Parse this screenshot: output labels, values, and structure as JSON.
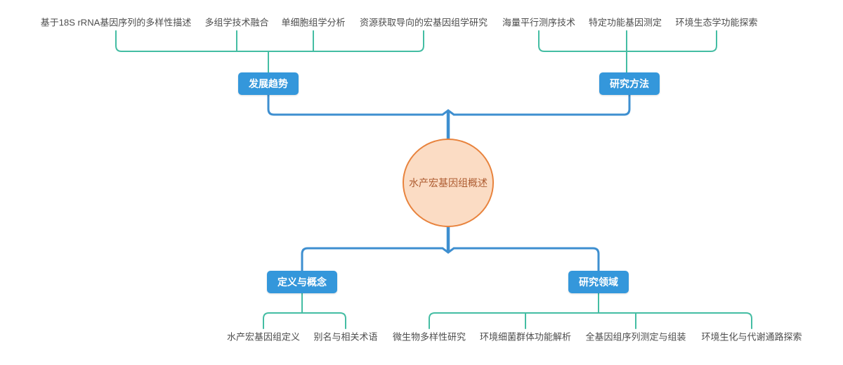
{
  "mindmap": {
    "root": {
      "label": "水产宏基因组概述"
    },
    "branches": [
      {
        "label": "发展趋势",
        "children": [
          "基于18S rRNA基因序列的多样性描述",
          "多组学技术融合",
          "单细胞组学分析",
          "资源获取导向的宏基因组学研究"
        ]
      },
      {
        "label": "研究方法",
        "children": [
          "海量平行测序技术",
          "特定功能基因测定",
          "环境生态学功能探索"
        ]
      },
      {
        "label": "定义与概念",
        "children": [
          "水产宏基因组定义",
          "别名与相关术语"
        ]
      },
      {
        "label": "研究领域",
        "children": [
          "微生物多样性研究",
          "环境细菌群体功能解析",
          "全基因组序列测定与组装",
          "环境生化与代谢通路探索"
        ]
      }
    ],
    "colors": {
      "branch_node_bg": "#3497DB",
      "branch_node_text": "#FFFFFF",
      "root_fill": "#FBDCC4",
      "root_border": "#E8833D",
      "root_text": "#AD5B30",
      "leaf_text": "#4D4D4D",
      "teal_connector": "#44BDA3",
      "blue_connector": "#3E8FD0"
    }
  }
}
